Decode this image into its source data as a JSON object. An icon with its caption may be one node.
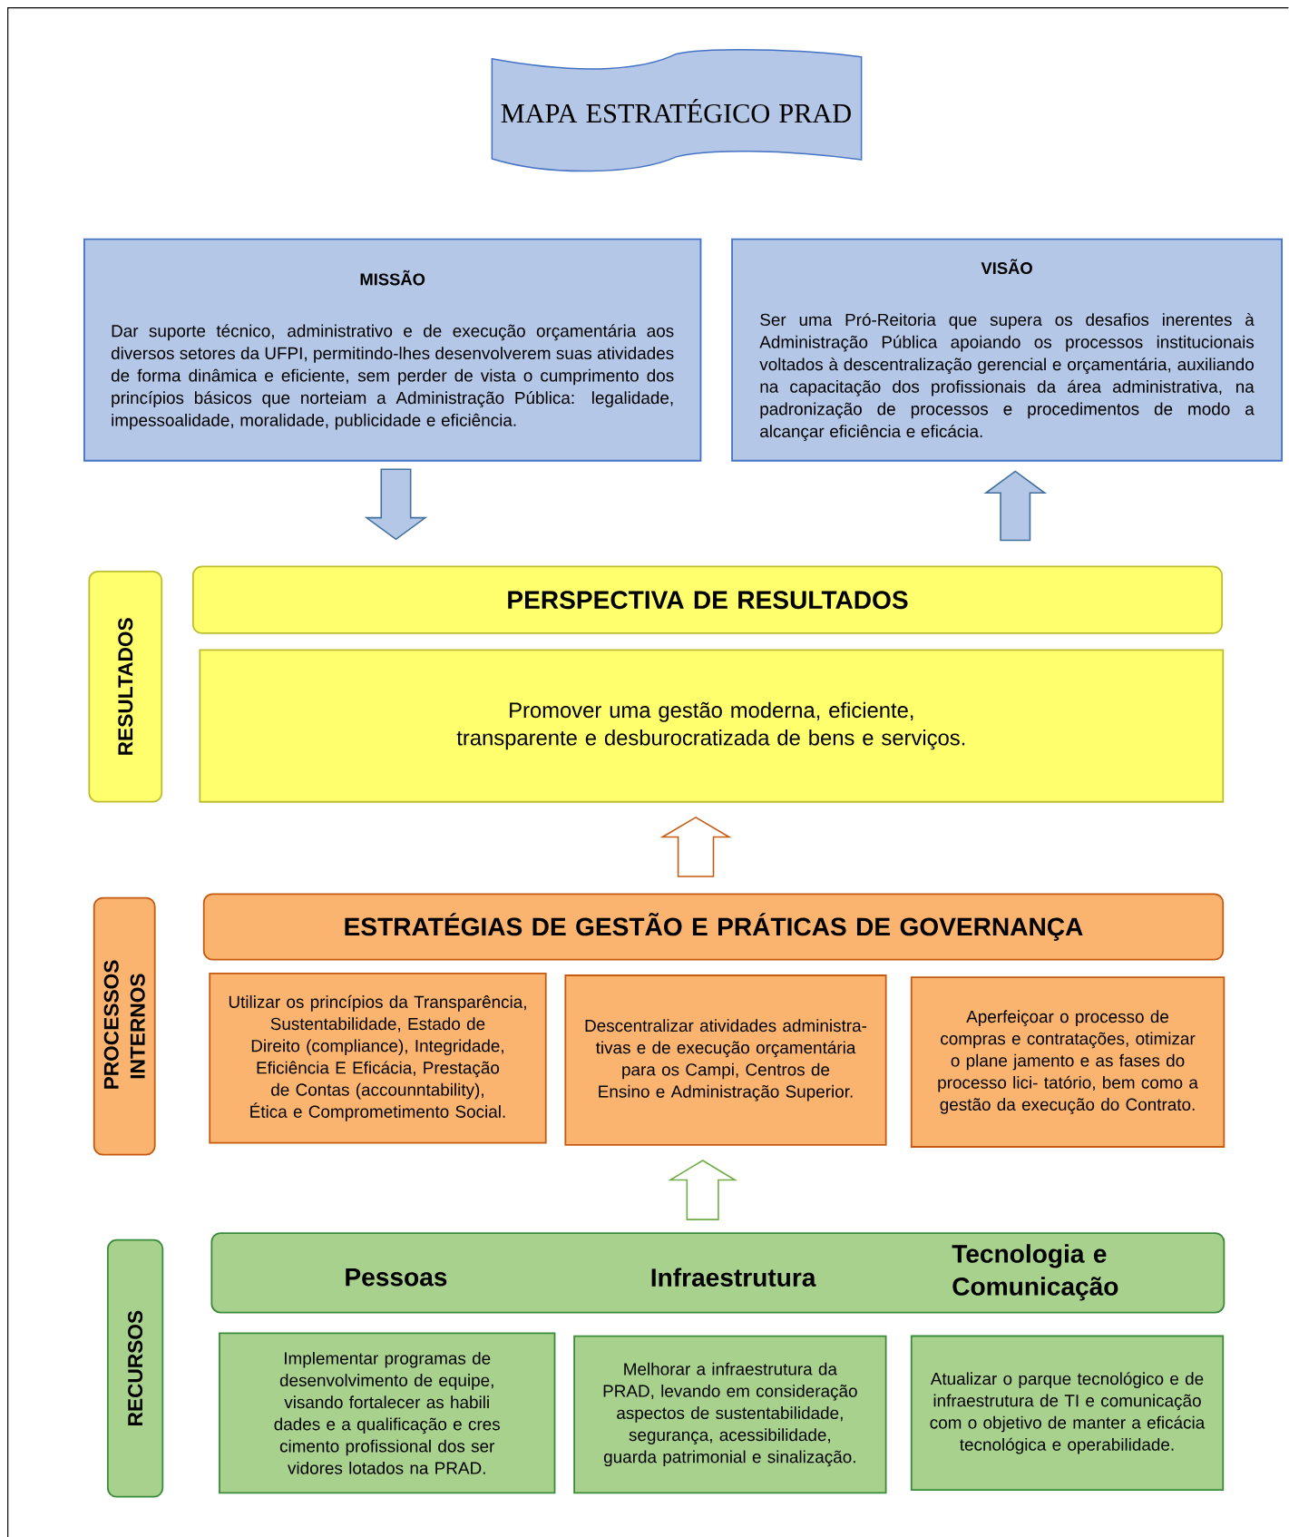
{
  "diagram": {
    "nodes": [
      {
        "text": [
          "MAPA ESTRATÉGICO PRAD"
        ]
      },
      {
        "text": [
          "MISSÃO",
          "Dar suporte técnico, administrativo e de execução orçamentária aos diversos setores da UFPI, permitindo-lhes desenvolverem suas atividades de forma dinâmica e eficiente, sem perder de vista o cumprimento dos princípios básicos que norteiam a Administração Pública: legalidade, impessoalidade, moralidade, publicidade e eficiência."
        ]
      },
      {
        "text": [
          "VISÃO",
          "Ser uma Pró-Reitoria que supera os desafios inerentes à Administração Pública apoiando os processos institucionais voltados à descentralização gerencial e orçamentária, auxiliando na capacitação dos profissionais da área administrativa, na padronização de processos e procedimentos de modo a alcançar eficiência e eficácia."
        ]
      },
      {
        "text": [
          "RESULTADOS"
        ]
      },
      {
        "text": [
          "PERSPECTIVA DE RESULTADOS"
        ]
      },
      {
        "text": [
          "Promover uma gestão moderna, eficiente, transparente e desburocratizada de bens e serviços."
        ]
      },
      {
        "text": [
          "PROCESSOS INTERNOS"
        ]
      },
      {
        "text": [
          "ESTRATÉGIAS DE GESTÃO E PRÁTICAS DE GOVERNANÇA"
        ]
      },
      {
        "text": [
          "Utilizar os princípios da Transparência, Sustentabilidade, Estado de Direito (compliance), Integridade, Eficiência E Eficácia, Prestação de Contas (accounntability), Ética e Comprometimento Social."
        ]
      },
      {
        "text": [
          "Descentralizar atividades administra- tivas e de execução orçamentária para os Campi, Centros de Ensino e Administração Superior."
        ]
      },
      {
        "text": [
          "Aperfeiçoar o processo de compras e contratações, otimizar o plane jamento e as fases do processo lici- tatório, bem como a gestão da execução do Contrato."
        ]
      },
      {
        "text": [
          "RECURSOS"
        ]
      },
      {
        "text": [
          "Pessoas",
          "Infraestrutura",
          "Tecnologia e Comunicação"
        ]
      },
      {
        "text": [
          "Implementar programas de desenvolvimento de equipe, visando fortalecer as habili dades e a qualificação e cres cimento profissional dos ser vidores lotados na PRAD."
        ]
      },
      {
        "text": [
          "Melhorar a infraestrutura da PRAD, levando em consideração aspectos de sustentabilidade, segurança, acessibilidade, guarda patrimonial e sinalização."
        ]
      },
      {
        "text": [
          "Atualizar o parque tecnológico e de infraestrutura de TI e comunicação com o objetivo de manter a eficácia tecnológica e operabilidade."
        ]
      }
    ],
    "edges": [
      {
        "from": 1,
        "to": 4,
        "arrow": "to",
        "color": "#41719c"
      },
      {
        "from": 4,
        "to": 2,
        "arrow": "to",
        "color": "#41719c"
      },
      {
        "from": 7,
        "to": 5,
        "arrow": "to",
        "color": "#c55a11"
      },
      {
        "from": 12,
        "to": 9,
        "arrow": "to",
        "color": "#70ad47"
      }
    ]
  }
}
